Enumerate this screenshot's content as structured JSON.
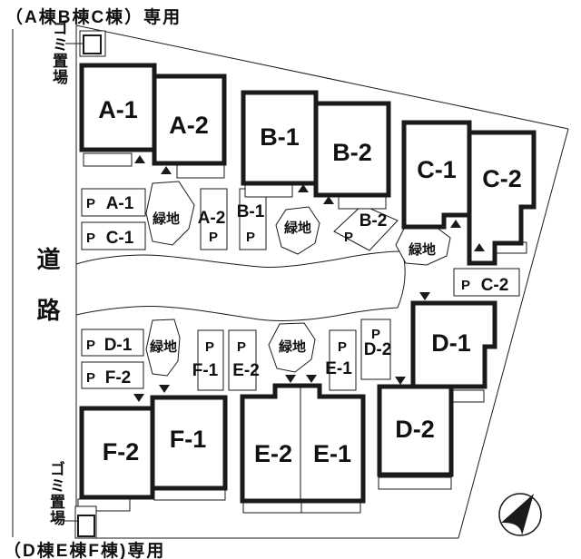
{
  "captions": {
    "top": "（A棟B棟C棟）専用",
    "bottom": "（D棟E棟F棟)専用"
  },
  "road": {
    "label": "道路"
  },
  "garbage": {
    "label": "ゴミ置場"
  },
  "green": {
    "label": "緑地"
  },
  "parking_mark": "P",
  "units": {
    "a1": "A-1",
    "a2": "A-2",
    "b1": "B-1",
    "b2": "B-2",
    "c1": "C-1",
    "c2": "C-2",
    "d1": "D-1",
    "d2": "D-2",
    "e1": "E-1",
    "e2": "E-2",
    "f1": "F-1",
    "f2": "F-2"
  },
  "parking": {
    "pa1": "A-1",
    "pc1": "C-1",
    "pa2": "A-2",
    "pb1": "B-1",
    "pb2": "B-2",
    "pc2": "C-2",
    "pd1": "D-1",
    "pf2": "F-2",
    "pf1": "F-1",
    "pe2": "E-2",
    "pe1": "E-1",
    "pd2": "D-2"
  },
  "colors": {
    "line": "#1a1a1a",
    "background": "#ffffff"
  }
}
